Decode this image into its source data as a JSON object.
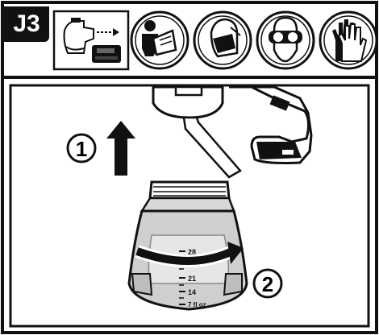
{
  "step": {
    "label": "J3"
  },
  "safety_icons": [
    {
      "name": "remove-battery-icon"
    },
    {
      "name": "read-manual-icon"
    },
    {
      "name": "respirator-mask-icon"
    },
    {
      "name": "safety-goggles-icon"
    },
    {
      "name": "gloves-icon"
    }
  ],
  "callouts": {
    "one": "1",
    "two": "2"
  },
  "cup_markings": {
    "top": "28",
    "m21": "21",
    "m14": "14",
    "bottom": "7 fl oz"
  }
}
